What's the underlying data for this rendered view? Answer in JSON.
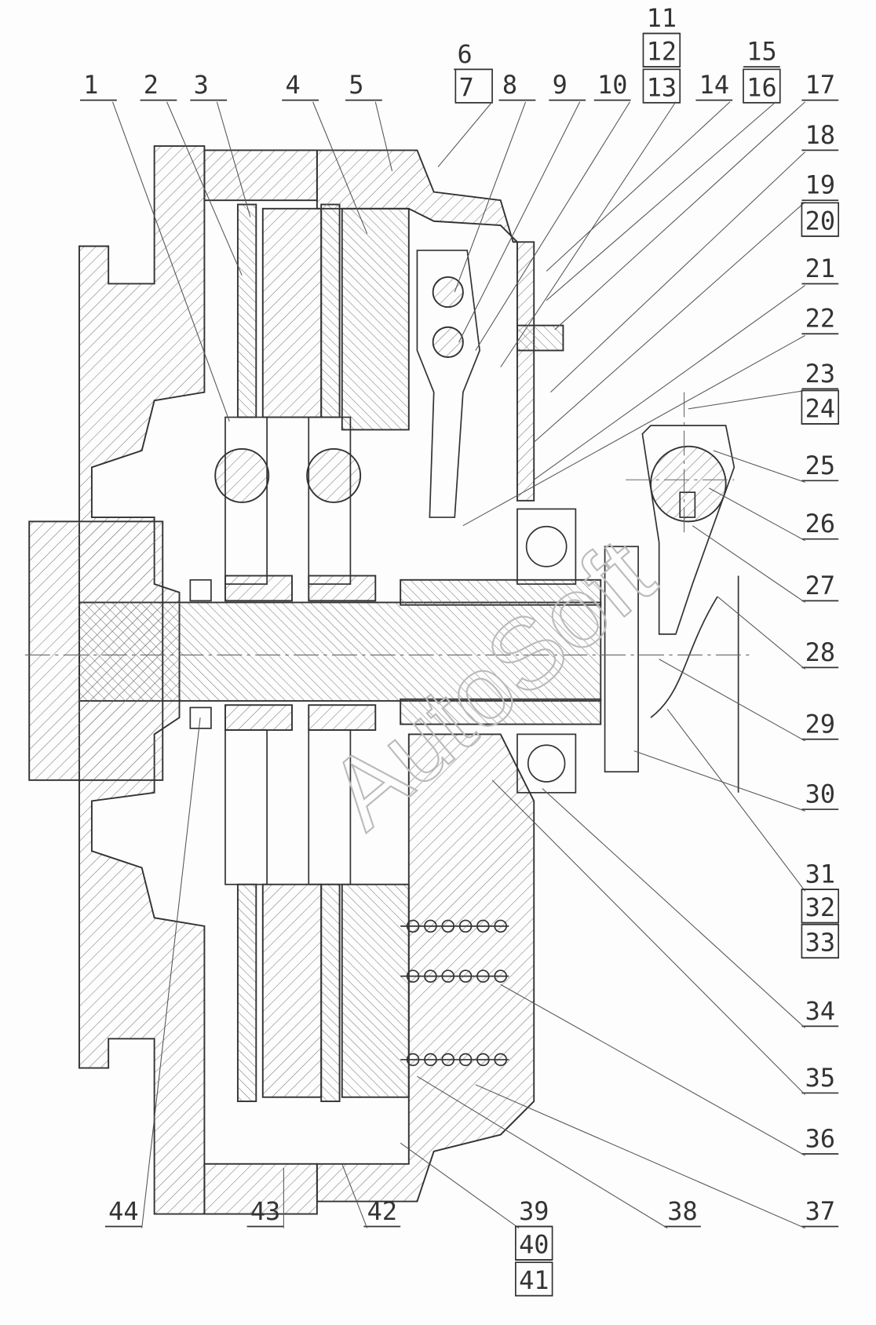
{
  "drawing": {
    "title": "Clutch assembly sectional drawing",
    "watermark": "AutoSoft",
    "callouts": [
      {
        "id": "1",
        "text": "1"
      },
      {
        "id": "2",
        "text": "2"
      },
      {
        "id": "3",
        "text": "3"
      },
      {
        "id": "4",
        "text": "4"
      },
      {
        "id": "5",
        "text": "5"
      },
      {
        "id": "6",
        "text": "6"
      },
      {
        "id": "7",
        "text": "7"
      },
      {
        "id": "8",
        "text": "8"
      },
      {
        "id": "9",
        "text": "9"
      },
      {
        "id": "10",
        "text": "10"
      },
      {
        "id": "11",
        "text": "11"
      },
      {
        "id": "12",
        "text": "12"
      },
      {
        "id": "13",
        "text": "13"
      },
      {
        "id": "14",
        "text": "14"
      },
      {
        "id": "15",
        "text": "15"
      },
      {
        "id": "16",
        "text": "16"
      },
      {
        "id": "17",
        "text": "17"
      },
      {
        "id": "18",
        "text": "18"
      },
      {
        "id": "19",
        "text": "19"
      },
      {
        "id": "20",
        "text": "20"
      },
      {
        "id": "21",
        "text": "21"
      },
      {
        "id": "22",
        "text": "22"
      },
      {
        "id": "23",
        "text": "23"
      },
      {
        "id": "24",
        "text": "24"
      },
      {
        "id": "25",
        "text": "25"
      },
      {
        "id": "26",
        "text": "26"
      },
      {
        "id": "27",
        "text": "27"
      },
      {
        "id": "28",
        "text": "28"
      },
      {
        "id": "29",
        "text": "29"
      },
      {
        "id": "30",
        "text": "30"
      },
      {
        "id": "31",
        "text": "31"
      },
      {
        "id": "32",
        "text": "32"
      },
      {
        "id": "33",
        "text": "33"
      },
      {
        "id": "34",
        "text": "34"
      },
      {
        "id": "35",
        "text": "35"
      },
      {
        "id": "36",
        "text": "36"
      },
      {
        "id": "37",
        "text": "37"
      },
      {
        "id": "38",
        "text": "38"
      },
      {
        "id": "39",
        "text": "39"
      },
      {
        "id": "40",
        "text": "40"
      },
      {
        "id": "41",
        "text": "41"
      },
      {
        "id": "42",
        "text": "42"
      },
      {
        "id": "43",
        "text": "43"
      },
      {
        "id": "44",
        "text": "44"
      }
    ]
  }
}
